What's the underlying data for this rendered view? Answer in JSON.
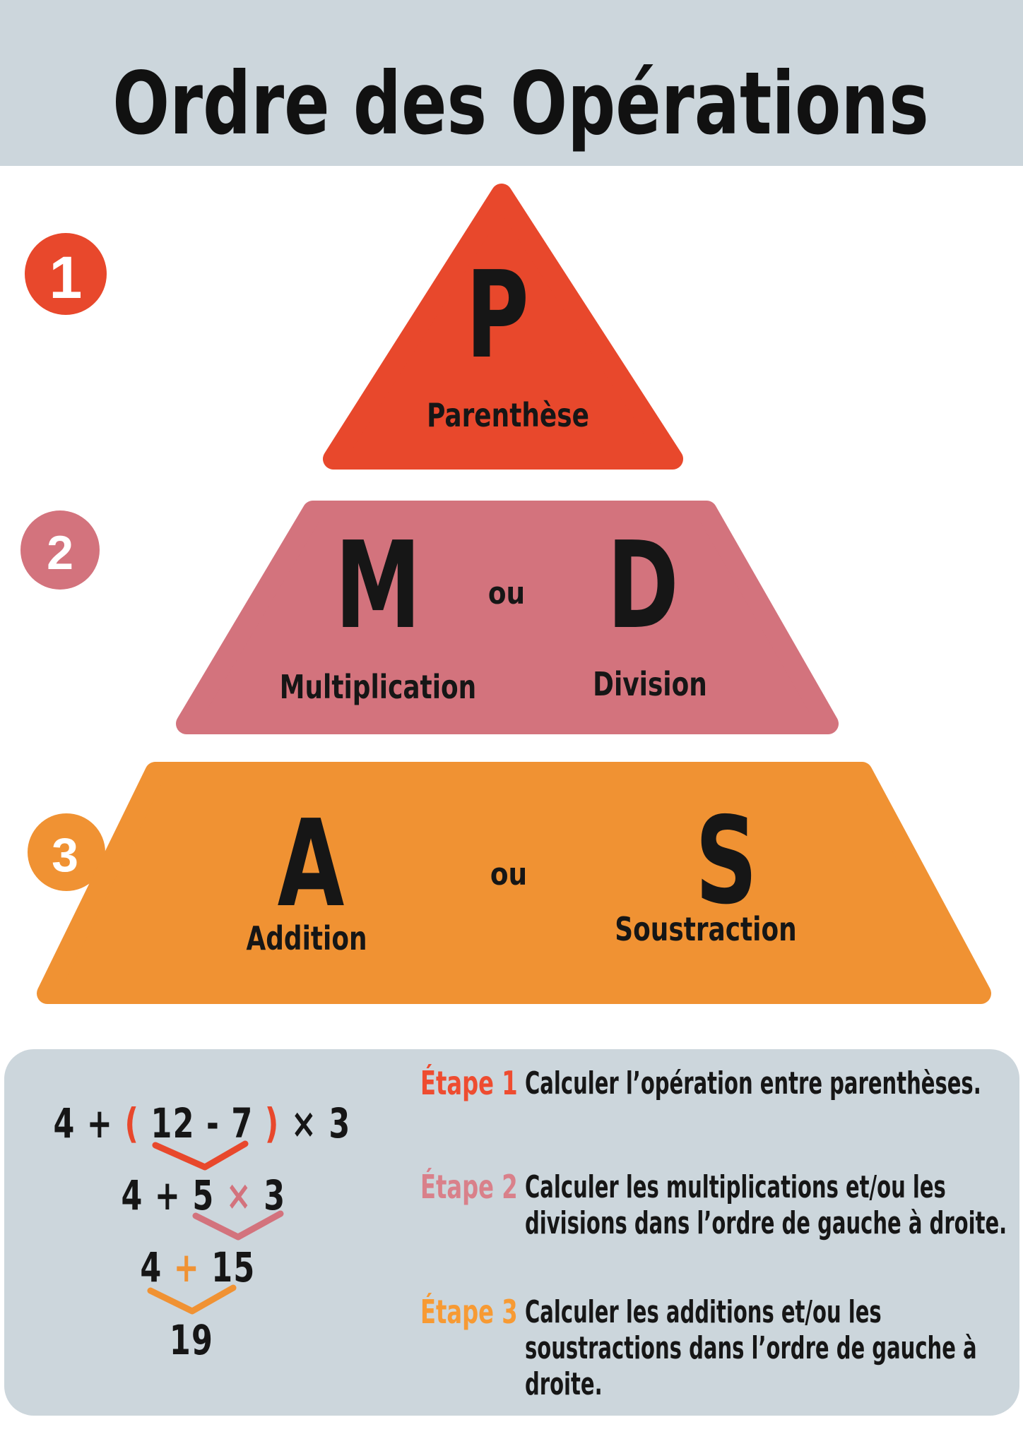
{
  "colors": {
    "bg": "#ffffff",
    "panel": "#ccd6dc",
    "ink": "#161616",
    "white": "#ffffff",
    "red": "#e8482c",
    "pink": "#d3737d",
    "orange": "#f09233",
    "step1": "#ee4c30",
    "step2": "#d9808a",
    "step3": "#f79a33"
  },
  "title": "Ordre des Opérations",
  "pyramid": {
    "level1": {
      "number": "1",
      "letter": "P",
      "label": "Parenthèse"
    },
    "level2": {
      "number": "2",
      "letter_left": "M",
      "connector": "ou",
      "letter_right": "D",
      "label_left": "Multiplication",
      "label_right": "Division"
    },
    "level3": {
      "number": "3",
      "letter_left": "A",
      "connector": "ou",
      "letter_right": "S",
      "label_left": "Addition",
      "label_right": "Soustraction"
    }
  },
  "example": {
    "line1": {
      "t1": "4 + ",
      "paren_open": "(",
      "t2": " 12 - 7 ",
      "paren_close": ")",
      "t3": " × 3"
    },
    "line2": {
      "t1": "4 + 5 ",
      "times": "×",
      "t2": " 3"
    },
    "line3": {
      "t1": "4 ",
      "plus": "+",
      "t2": " 15"
    },
    "result": "19"
  },
  "steps": [
    {
      "label": "Étape 1",
      "lines": [
        "Calculer l’opération entre parenthèses."
      ]
    },
    {
      "label": "Étape 2",
      "lines": [
        "Calculer les multiplications et/ou les",
        "divisions dans l’ordre de gauche à droite."
      ]
    },
    {
      "label": "Étape 3",
      "lines": [
        "Calculer les additions et/ou les",
        "soustractions dans l’ordre de gauche à",
        "droite."
      ]
    }
  ]
}
